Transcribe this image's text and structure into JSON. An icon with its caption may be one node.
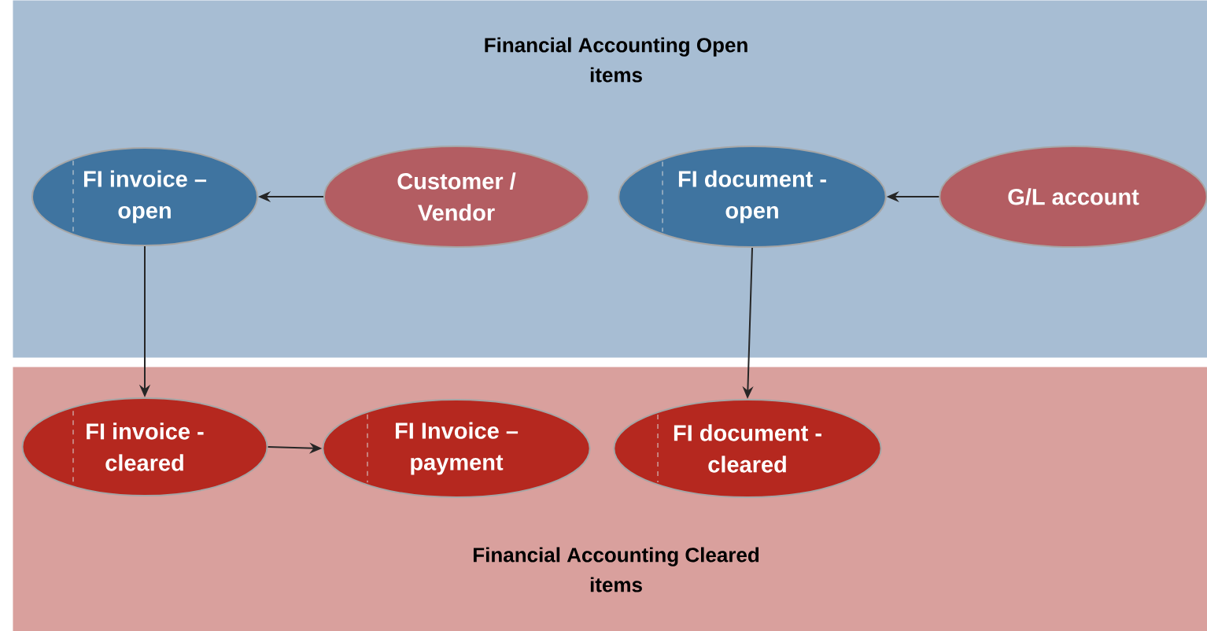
{
  "diagram": {
    "nodes": [
      {
        "text": [
          "Financial Accounting Open items"
        ]
      },
      {
        "text": [
          "FI invoice – open"
        ],
        "in": 0
      },
      {
        "text": [
          "Customer / Vendor"
        ],
        "in": 0
      },
      {
        "text": [
          "FI document - open"
        ],
        "in": 0
      },
      {
        "text": [
          "G/L account"
        ],
        "in": 0
      },
      {
        "text": [
          "Financial Accounting Cleared items"
        ]
      },
      {
        "text": [
          "FI invoice - cleared"
        ],
        "in": 5
      },
      {
        "text": [
          "FI Invoice – payment"
        ],
        "in": 5
      },
      {
        "text": [
          "FI document - cleared"
        ],
        "in": 5
      }
    ],
    "edges": [
      {
        "from": 2,
        "to": 1,
        "arrow": "to"
      },
      {
        "from": 4,
        "to": 3,
        "arrow": "to"
      },
      {
        "from": 1,
        "to": 6,
        "arrow": "to"
      },
      {
        "from": 3,
        "to": 8,
        "arrow": "to"
      },
      {
        "from": 6,
        "to": 7,
        "arrow": "to"
      }
    ]
  }
}
